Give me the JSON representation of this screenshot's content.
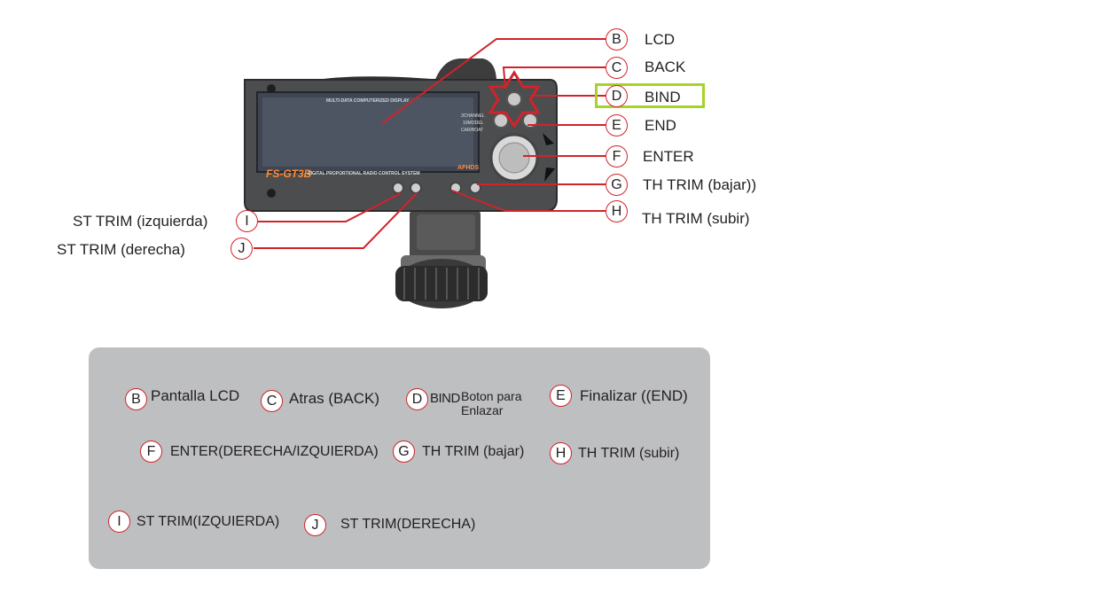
{
  "callouts": [
    {
      "letter": "B",
      "text": "LCD"
    },
    {
      "letter": "C",
      "text": "BACK"
    },
    {
      "letter": "D",
      "text": "BIND"
    },
    {
      "letter": "E",
      "text": "END"
    },
    {
      "letter": "F",
      "text": "ENTER"
    },
    {
      "letter": "G",
      "text": "TH TRIM (bajar))"
    },
    {
      "letter": "H",
      "text": "TH TRIM (subir)"
    },
    {
      "letter": "I",
      "text": "ST TRIM (izquierda)"
    },
    {
      "letter": "J",
      "text": "ST TRIM (derecha)"
    }
  ],
  "device": {
    "banner": "MULTI-DATA COMPUTERIZED DISPLAY",
    "model": "FS-GT3B",
    "subtitle": "DIGITAL PROPORTIONAL RADIO CONTROL SYSTEM",
    "side_info": [
      "3CHANNEL",
      "10MODEL",
      "CAR/BOAT"
    ],
    "brand": "AFHDS"
  },
  "legend": {
    "B": {
      "letter": "B",
      "text": "Pantalla LCD"
    },
    "C": {
      "letter": "C",
      "text": "Atras (BACK)"
    },
    "D": {
      "letter": "D",
      "bind": "BIND",
      "text1": "Boton para",
      "text2": "Enlazar"
    },
    "E": {
      "letter": "E",
      "text": "Finalizar ((END)"
    },
    "F": {
      "letter": "F",
      "text": "ENTER(DERECHA/IZQUIERDA)"
    },
    "G": {
      "letter": "G",
      "text": "TH TRIM (bajar)"
    },
    "H": {
      "letter": "H",
      "text": "TH TRIM (subir)"
    },
    "I": {
      "letter": "I",
      "text": "ST TRIM(IZQUIERDA)"
    },
    "J": {
      "letter": "J",
      "text": "ST TRIM(DERECHA)"
    }
  },
  "colors": {
    "callout_line": "#d1232a",
    "bind_highlight": "#a6d22b",
    "legend_bg": "#bebfc1"
  }
}
